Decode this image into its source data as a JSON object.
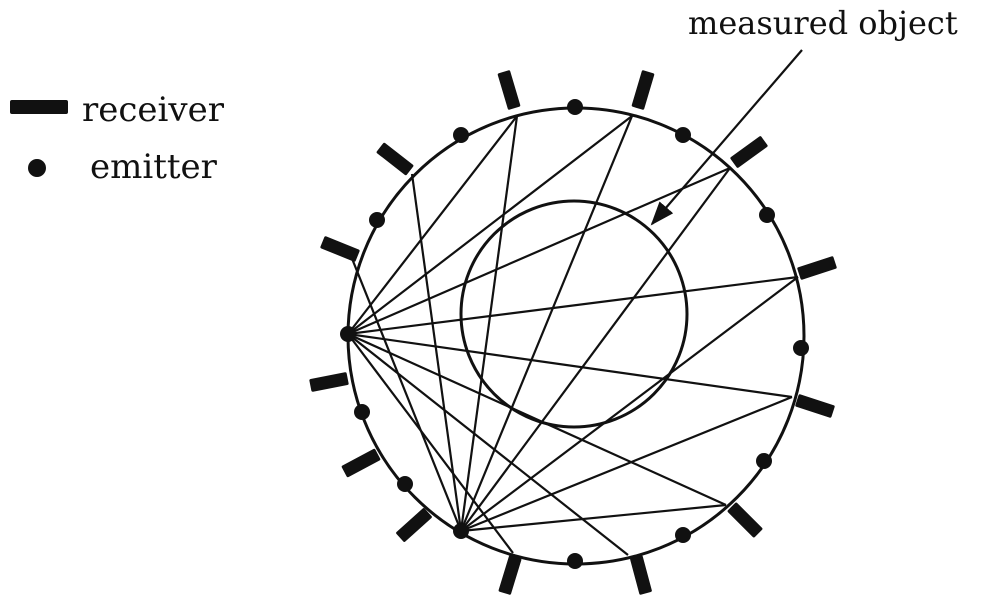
{
  "legend": {
    "receiver_label": "receiver",
    "emitter_label": "emitter"
  },
  "annotation": {
    "label": "measured object"
  },
  "colors": {
    "ink": "#111111",
    "background": "#ffffff"
  }
}
